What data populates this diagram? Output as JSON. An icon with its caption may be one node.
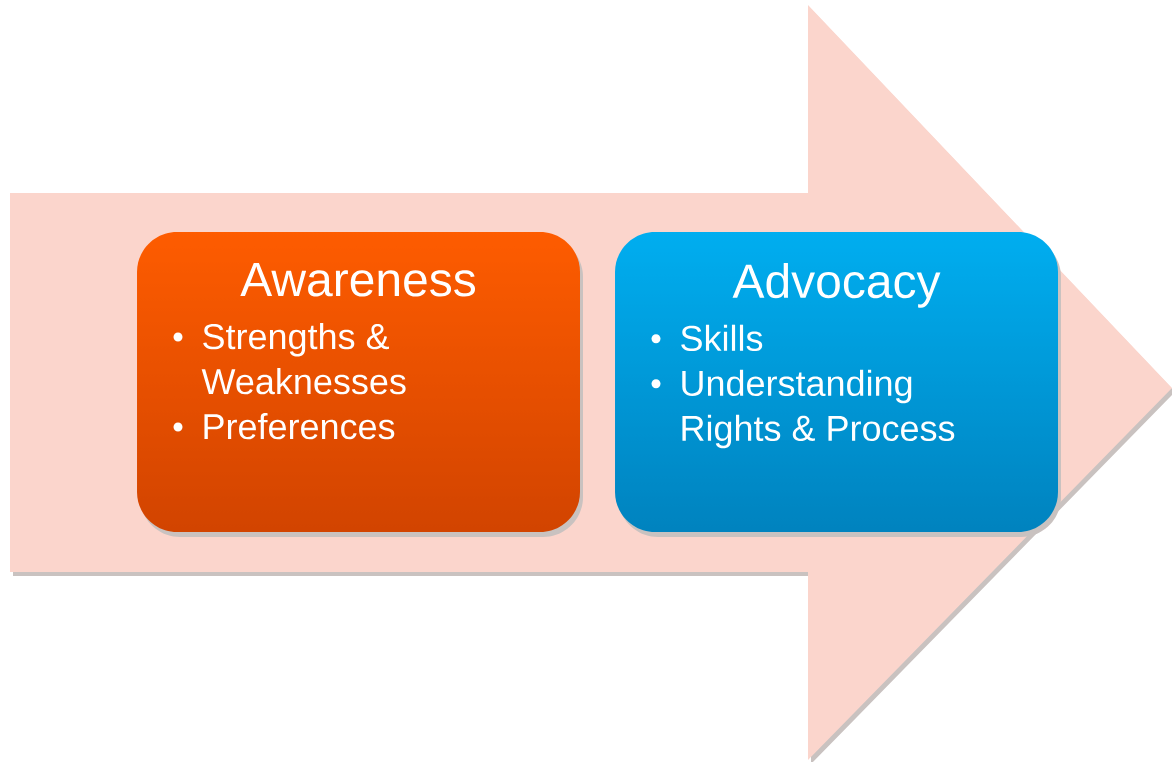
{
  "diagram": {
    "nodes": [
      {
        "text": [],
        "shape": "arrow"
      },
      {
        "text": [
          "Awareness",
          "Strengths & Weaknesses",
          "Preferences"
        ],
        "in": 0
      },
      {
        "text": [
          "Advocacy",
          "Skills",
          "Understanding Rights & Process"
        ],
        "in": 0
      }
    ]
  }
}
